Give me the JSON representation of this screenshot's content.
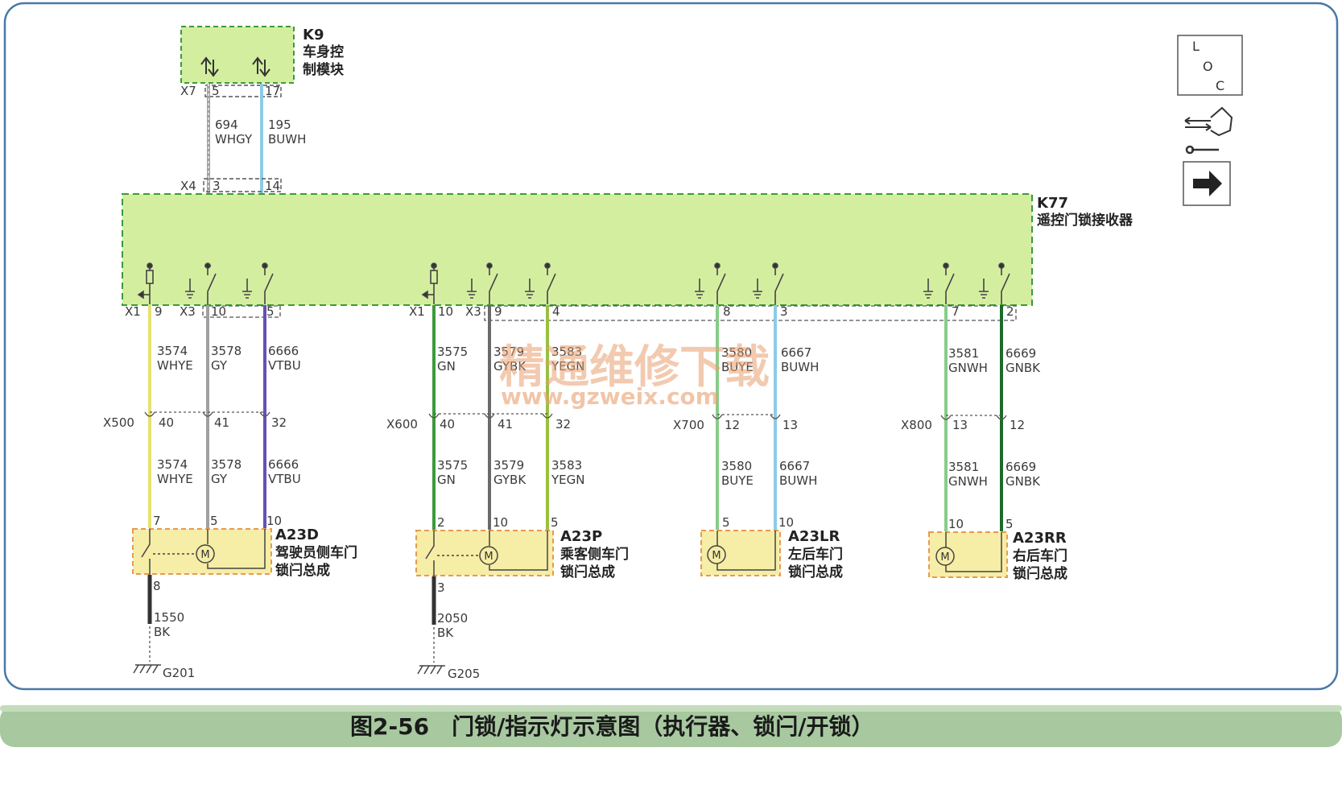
{
  "modules": {
    "k9": {
      "id": "K9",
      "name_line1": "车身控",
      "name_line2": "制模块"
    },
    "k77": {
      "id": "K77",
      "name": "遥控门锁接收器"
    }
  },
  "connectors": {
    "x7": "X7",
    "x4": "X4",
    "x1_left": "X1",
    "x3_left": "X3",
    "x1_mid": "X1",
    "x3_mid": "X3",
    "x500": "X500",
    "x600": "X600",
    "x700": "X700",
    "x800": "X800"
  },
  "pins": {
    "k9_5": "5",
    "k9_17": "17",
    "k77_3": "3",
    "k77_14": "14",
    "w1": "9",
    "w2": "10",
    "w3": "5",
    "w4": "10",
    "w5": "9",
    "w6": "4",
    "w7": "8",
    "w8": "3",
    "w9": "7",
    "w10": "2",
    "x500_40": "40",
    "x500_41": "41",
    "x500_32": "32",
    "x600_40": "40",
    "x600_41": "41",
    "x600_32": "32",
    "x700_12": "12",
    "x700_13": "13",
    "x800_13": "13",
    "x800_12": "12",
    "a23d_7": "7",
    "a23d_5": "5",
    "a23d_10": "10",
    "a23d_8": "8",
    "a23p_2": "2",
    "a23p_10": "10",
    "a23p_5": "5",
    "a23p_3": "3",
    "a23lr_5": "5",
    "a23lr_10": "10",
    "a23rr_10": "10",
    "a23rr_5": "5"
  },
  "wires": {
    "w694": {
      "num": "694",
      "color": "WHGY"
    },
    "w195": {
      "num": "195",
      "color": "BUWH"
    },
    "w3574": {
      "num": "3574",
      "color": "WHYE"
    },
    "w3578": {
      "num": "3578",
      "color": "GY"
    },
    "w6666": {
      "num": "6666",
      "color": "VTBU"
    },
    "w3575": {
      "num": "3575",
      "color": "GN"
    },
    "w3579": {
      "num": "3579",
      "color": "GYBK"
    },
    "w3583": {
      "num": "3583",
      "color": "YEGN"
    },
    "w3580": {
      "num": "3580",
      "color": "BUYE"
    },
    "w6667": {
      "num": "6667",
      "color": "BUWH"
    },
    "w3581": {
      "num": "3581",
      "color": "GNWH"
    },
    "w6669": {
      "num": "6669",
      "color": "GNBK"
    },
    "w1550": {
      "num": "1550",
      "color": "BK"
    },
    "w2050": {
      "num": "2050",
      "color": "BK"
    }
  },
  "actuators": {
    "a23d": {
      "id": "A23D",
      "name_line1": "驾驶员侧车门",
      "name_line2": "锁闩总成"
    },
    "a23p": {
      "id": "A23P",
      "name_line1": "乘客侧车门",
      "name_line2": "锁闩总成"
    },
    "a23lr": {
      "id": "A23LR",
      "name_line1": "左后车门",
      "name_line2": "锁闩总成"
    },
    "a23rr": {
      "id": "A23RR",
      "name_line1": "右后车门",
      "name_line2": "锁闩总成"
    }
  },
  "grounds": {
    "g201": "G201",
    "g205": "G205"
  },
  "motor_symbol": "M",
  "legend": {
    "l": "L",
    "o": "O",
    "c": "C"
  },
  "watermark": {
    "line1": "精通维修下载",
    "line2": "www.gzweix.com"
  },
  "caption": "图2-56　门锁/指示灯示意图（执行器、锁闩/开锁）",
  "colors": {
    "module_fill": "#d4eea0",
    "module_border": "#3c9a3c",
    "actuator_fill": "#f6eda6",
    "actuator_border": "#e89a50",
    "frame": "#4a78a8",
    "caption_bar": "#a8c8a0",
    "wire_yellow": "#e6e070",
    "wire_gray": "#a0a0a0",
    "wire_violet": "#6650b8",
    "wire_green": "#3c9a3c",
    "wire_yegn": "#98c040",
    "wire_light_green": "#88cc88",
    "wire_blue": "#8ccbe6",
    "wire_dark_green": "#1d6a2a",
    "wire_black": "#333333"
  }
}
